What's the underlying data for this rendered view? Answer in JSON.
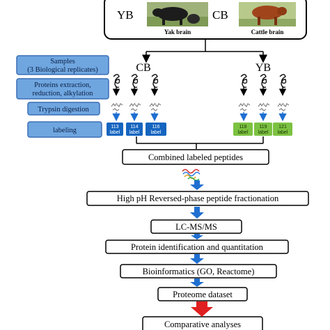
{
  "header": {
    "left_code": "YB",
    "right_code": "CB",
    "left_caption": "Yak brain",
    "right_caption": "Cattle brain"
  },
  "groups": {
    "left": "CB",
    "right": "YB"
  },
  "side_steps": [
    {
      "line1": "Samples",
      "line2": "(3 Biological replicates)"
    },
    {
      "line1": "Proteins extraction,",
      "line2": "reduction, alkylation"
    },
    {
      "line1": "Trypsin digestion",
      "line2": ""
    },
    {
      "line1": "labeling",
      "line2": ""
    }
  ],
  "labels_left": [
    {
      "num": "113",
      "word": "label"
    },
    {
      "num": "114",
      "word": "label"
    },
    {
      "num": "116",
      "word": "label"
    }
  ],
  "labels_right": [
    {
      "num": "118",
      "word": "label"
    },
    {
      "num": "119",
      "word": "label"
    },
    {
      "num": "121",
      "word": "label"
    }
  ],
  "pipeline": [
    "Combined labeled peptides",
    "High pH Reversed-phase peptide fractionation",
    "LC-MS/MS",
    "Protein identification and quantitation",
    "Bioinformatics (GO, Reactome)",
    "Proteome dataset",
    "Comparative analyses"
  ],
  "colors": {
    "side_box_fill": "#6fa6e0",
    "side_box_stroke": "#3a6fb5",
    "left_tag": "#1565c0",
    "right_tag": "#7cc242",
    "flow_arrow": "#1f6fd1",
    "final_arrow": "#e02020"
  }
}
